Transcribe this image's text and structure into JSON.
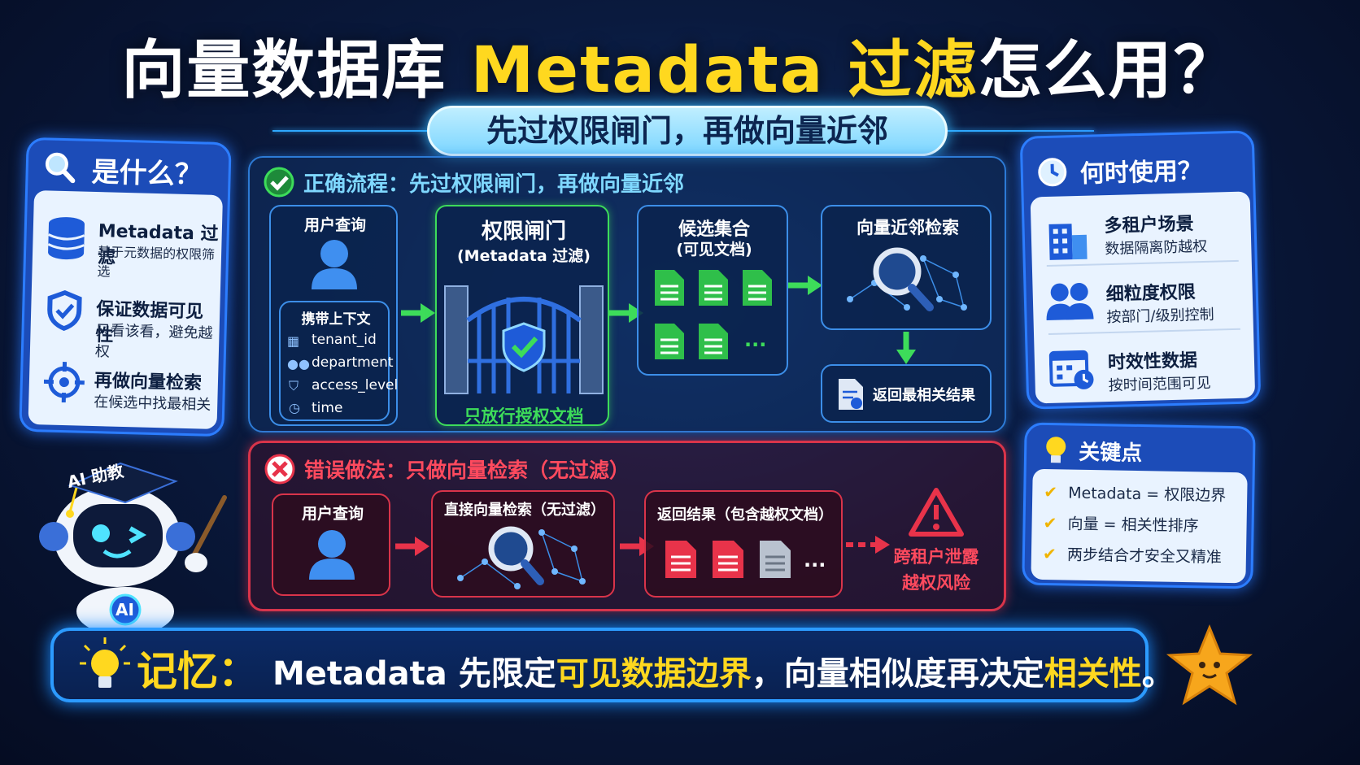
{
  "title": {
    "part1": "向量数据库 ",
    "highlight": "Metadata 过滤",
    "part2": "怎么用？"
  },
  "subtitle": "先过权限闸门，再做向量近邻",
  "what": {
    "heading": "是什么？",
    "items": [
      {
        "title": "Metadata 过滤",
        "desc": "基于元数据的权限筛选",
        "icon": "database-icon"
      },
      {
        "title": "保证数据可见性",
        "desc": "只看该看，避免越权",
        "icon": "shield-icon"
      },
      {
        "title": "再做向量检索",
        "desc": "在候选中找最相关",
        "icon": "crosshair-icon"
      }
    ]
  },
  "when": {
    "heading": "何时使用？",
    "items": [
      {
        "title": "多租户场景",
        "desc": "数据隔离防越权",
        "icon": "building-icon"
      },
      {
        "title": "细粒度权限",
        "desc": "按部门/级别控制",
        "icon": "users-icon"
      },
      {
        "title": "时效性数据",
        "desc": "按时间范围可见",
        "icon": "calendar-icon"
      }
    ]
  },
  "keypoints": {
    "heading": "关键点",
    "items": [
      "Metadata = 权限边界",
      "向量 = 相关性排序",
      "两步结合才安全又精准"
    ]
  },
  "correct": {
    "heading": "正确流程：先过权限闸门，再做向量近邻",
    "query": "用户查询",
    "context_title": "携带上下文",
    "context": [
      "tenant_id",
      "department",
      "access_level",
      "time"
    ],
    "gate_title": "权限闸门",
    "gate_sub": "(Metadata 过滤)",
    "gate_caption": "只放行授权文档",
    "candidates_title": "候选集合",
    "candidates_sub": "(可见文档)",
    "search_title": "向量近邻检索",
    "result": "返回最相关结果",
    "ellipsis": "..."
  },
  "wrong": {
    "heading": "错误做法：只做向量检索（无过滤）",
    "query": "用户查询",
    "search": "直接向量检索（无过滤）",
    "result": "返回结果（包含越权文档）",
    "risk_line1": "跨租户泄露",
    "risk_line2": "越权风险",
    "ellipsis": "..."
  },
  "robot": {
    "hat": "AI 助教",
    "badge": "AI"
  },
  "memory": {
    "label": "记忆：",
    "p1": "Metadata 先限定",
    "h1": "可见数据边界",
    "p2": "，向量相似度再决定",
    "h2": "相关性",
    "p3": "。"
  },
  "colors": {
    "accent": "#ffd81f",
    "panel_blue": "#1c4cb8",
    "ok_green": "#3ddc5a",
    "danger_red": "#e8334a"
  }
}
